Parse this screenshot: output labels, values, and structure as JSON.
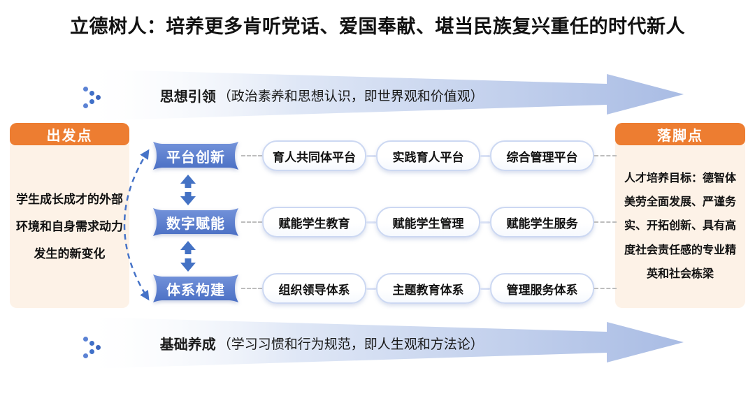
{
  "title": "立德树人：培养更多肯听党话、爱国奉献、堪当民族复兴重任的时代新人",
  "top_arrow": {
    "title": "思想引领",
    "subtitle": "（政治素养和思想认识，即世界观和价值观）"
  },
  "bottom_arrow": {
    "title": "基础养成",
    "subtitle": "（学习习惯和行为规范，即人生观和方法论）"
  },
  "left_panel": {
    "header": "出发点",
    "body": "学生成长成才的外部\n环境和自身需求动力\n发生的新变化"
  },
  "right_panel": {
    "header": "落脚点",
    "body": "人才培养目标：德智体\n美劳全面发展、严谨务\n实、开拓创新、具有高\n度社会责任感的专业精\n英和社会栋梁"
  },
  "rows": [
    {
      "category": "平台创新",
      "items": [
        "育人共同体平台",
        "实践育人平台",
        "综合管理平台"
      ]
    },
    {
      "category": "数字赋能",
      "items": [
        "赋能学生教育",
        "赋能学生管理",
        "赋能学生服务"
      ]
    },
    {
      "category": "体系构建",
      "items": [
        "组织领导体系",
        "主题教育体系",
        "管理服务体系"
      ]
    }
  ],
  "icons": {
    "chevron_dots": "triple-dot right chevron",
    "double_arrow": "vertical two-way arrow",
    "dashed_arc": "dashed curved two-way connector"
  },
  "colors": {
    "orange": "#ED7D31",
    "cream": "#FDF2E7",
    "blue": "#4472C4",
    "plaque_top": "#7493DA",
    "plaque_bottom": "#4A6FC4",
    "arrow_fill": "#A9BCE4",
    "pill_border": "#CCD8F2",
    "dash_gray": "#BDBDBD",
    "text": "#111111"
  }
}
